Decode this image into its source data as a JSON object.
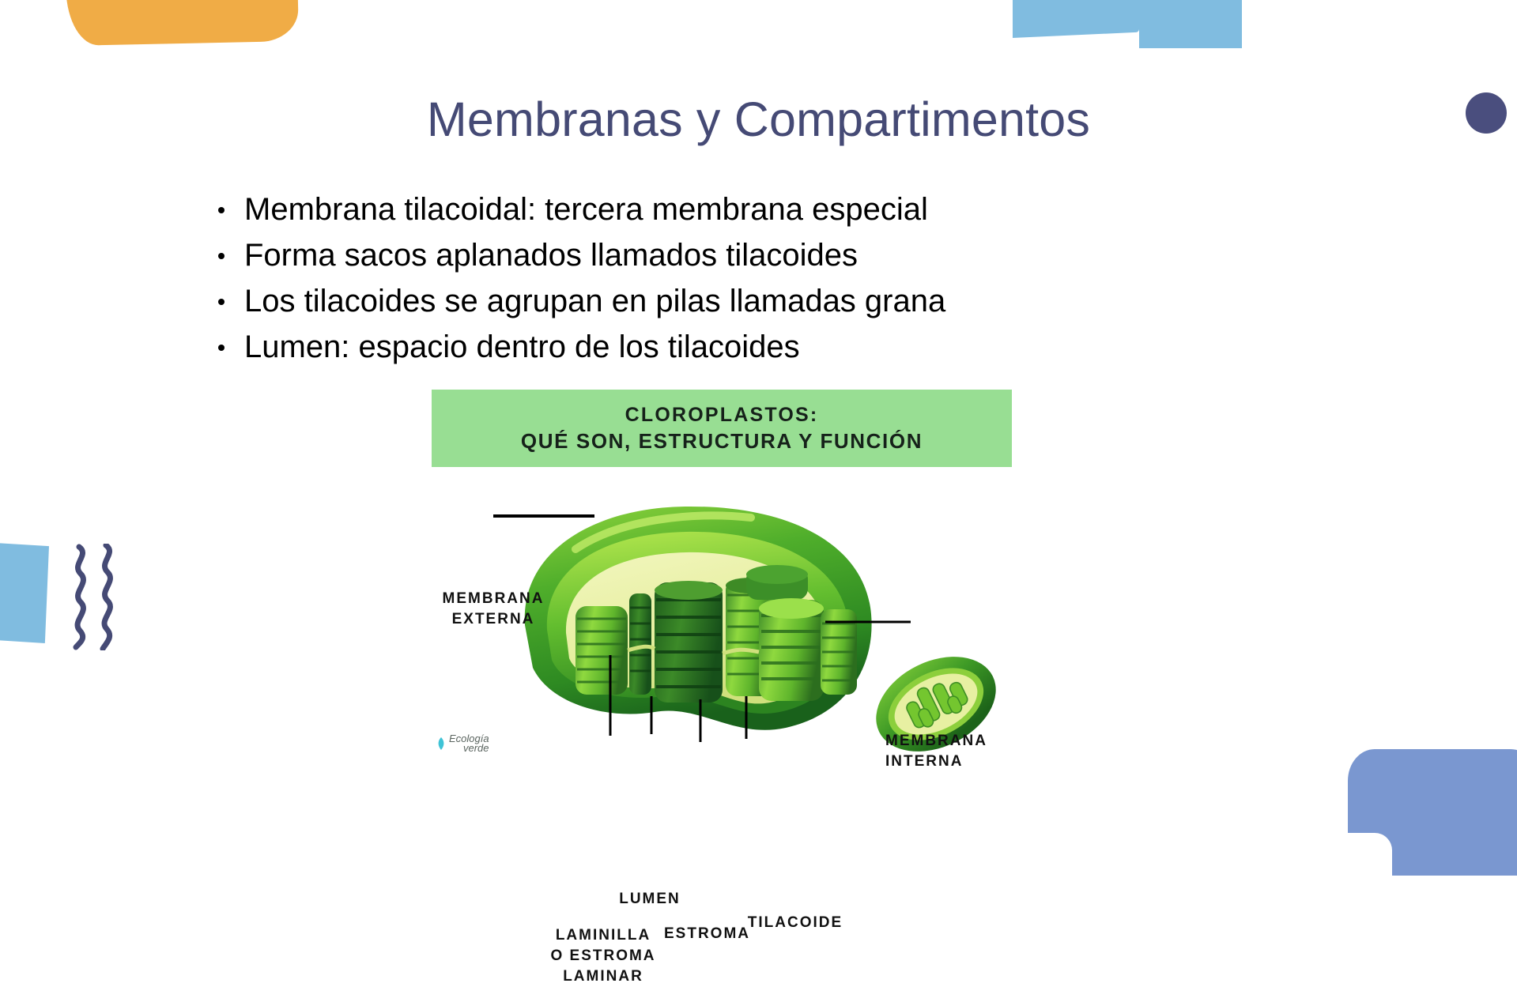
{
  "slide": {
    "title": "Membranas y Compartimentos",
    "title_color": "#454A75",
    "background_color": "#FFFFFF",
    "bullets": [
      "Membrana tilacoidal: tercera membrana especial",
      "Forma sacos aplanados llamados tilacoides",
      "Los tilacoides se agrupan en pilas llamadas grana",
      "Lumen: espacio dentro de los tilacoides"
    ]
  },
  "infographic": {
    "banner": {
      "line1": "CLOROPLASTOS:",
      "line2": "QUÉ SON, ESTRUCTURA Y FUNCIÓN",
      "background_color": "#98DE93",
      "text_color": "#16211A"
    },
    "labels": {
      "membrana_externa_l1": "MEMBRANA",
      "membrana_externa_l2": "EXTERNA",
      "membrana_interna_l1": "MEMBRANA",
      "membrana_interna_l2": "INTERNA",
      "lumen": "LUMEN",
      "laminilla_l1": "LAMINILLA",
      "laminilla_l2": "O ESTROMA",
      "laminilla_l3": "LAMINAR",
      "estroma": "ESTROMA",
      "tilacoide": "TILACOIDE"
    },
    "watermark": {
      "line1": "Ecología",
      "line2": "verde"
    }
  },
  "decorations": {
    "orange_blob_color": "#F0AC46",
    "light_blue_color": "#80BCE0",
    "navy_dot_color": "#4A4E7E",
    "periwinkle_color": "#7A97D0",
    "squiggle_color": "#454A75"
  }
}
